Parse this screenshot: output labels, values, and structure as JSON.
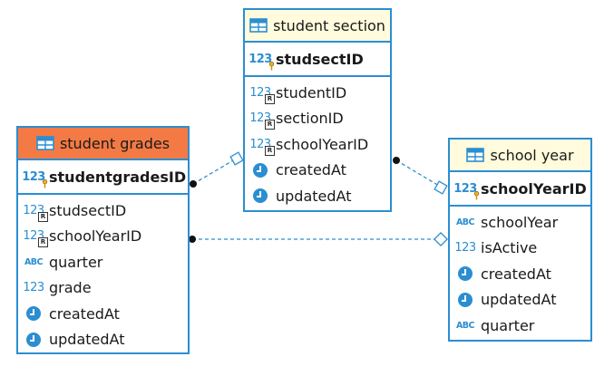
{
  "tables": {
    "student_grades": {
      "title": "student grades",
      "header_color": "#f47a45",
      "pk": "studentgradesID",
      "columns": [
        "studsectID",
        "schoolYearID",
        "quarter",
        "grade",
        "createdAt",
        "updatedAt"
      ],
      "column_icons": [
        "numeric-fk-icon",
        "numeric-fk-icon",
        "text-abc-icon",
        "numeric-icon",
        "datetime-icon",
        "datetime-icon"
      ]
    },
    "student_section": {
      "title": "student section",
      "header_color": "#fffbdc",
      "pk": "studsectID",
      "columns": [
        "studentID",
        "sectionID",
        "schoolYearID",
        "createdAt",
        "updatedAt"
      ],
      "column_icons": [
        "numeric-fk-icon",
        "numeric-fk-icon",
        "numeric-fk-icon",
        "datetime-icon",
        "datetime-icon"
      ]
    },
    "school_year": {
      "title": "school year",
      "header_color": "#fffbdc",
      "pk": "schoolYearID",
      "columns": [
        "schoolYear",
        "isActive",
        "createdAt",
        "updatedAt",
        "quarter"
      ],
      "column_icons": [
        "text-abc-icon",
        "numeric-icon",
        "datetime-icon",
        "datetime-icon",
        "text-abc-icon"
      ]
    }
  },
  "icons": {
    "numeric": "123",
    "text": "ABC",
    "ref_badge": "R",
    "table": "table-icon"
  },
  "relationships": [
    {
      "from": "student grades",
      "to": "student section"
    },
    {
      "from": "student section",
      "to": "school year"
    },
    {
      "from": "student grades",
      "to": "school year"
    }
  ],
  "colors": {
    "border": "#2b8ed1",
    "link": "#2b8ed1"
  }
}
